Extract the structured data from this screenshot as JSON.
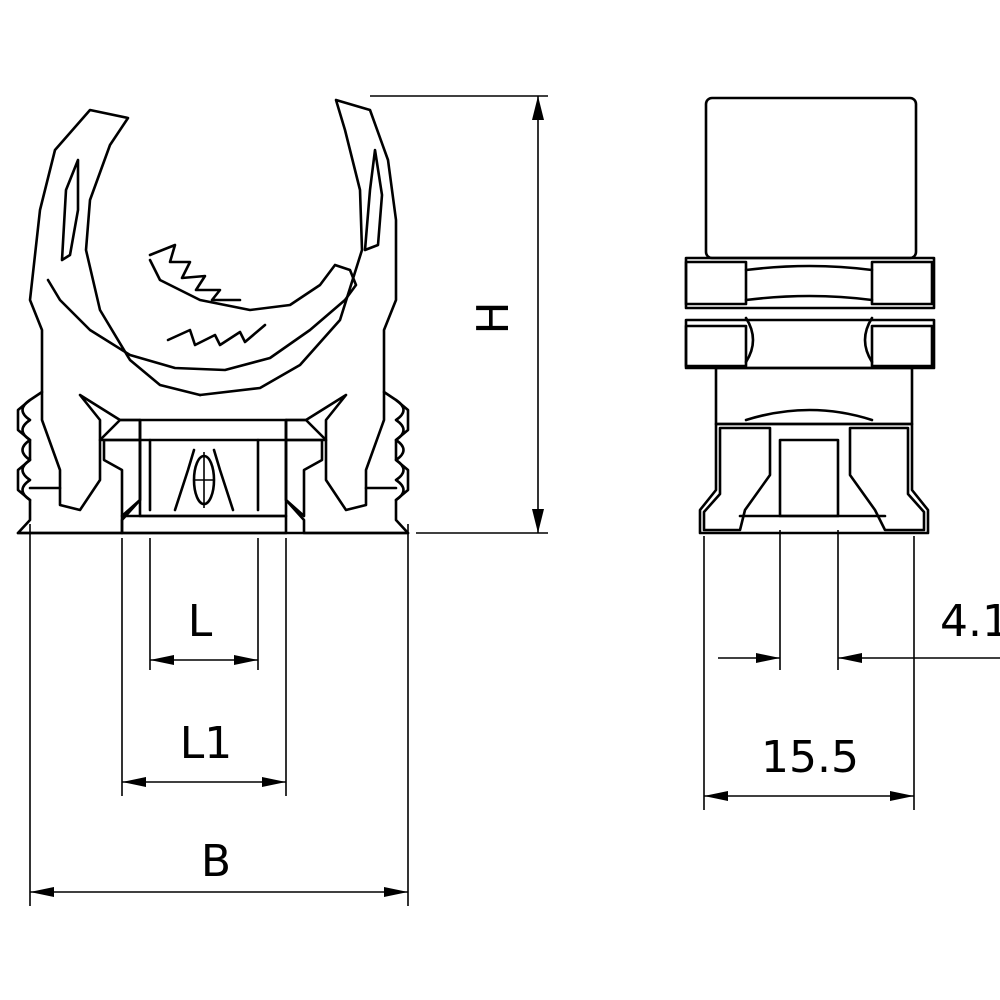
{
  "dimensions": {
    "height_label": "H",
    "l_label": "L",
    "l1_label": "L1",
    "b_label": "B",
    "side_hole_value": "4.1",
    "side_width_value": "15.5"
  }
}
